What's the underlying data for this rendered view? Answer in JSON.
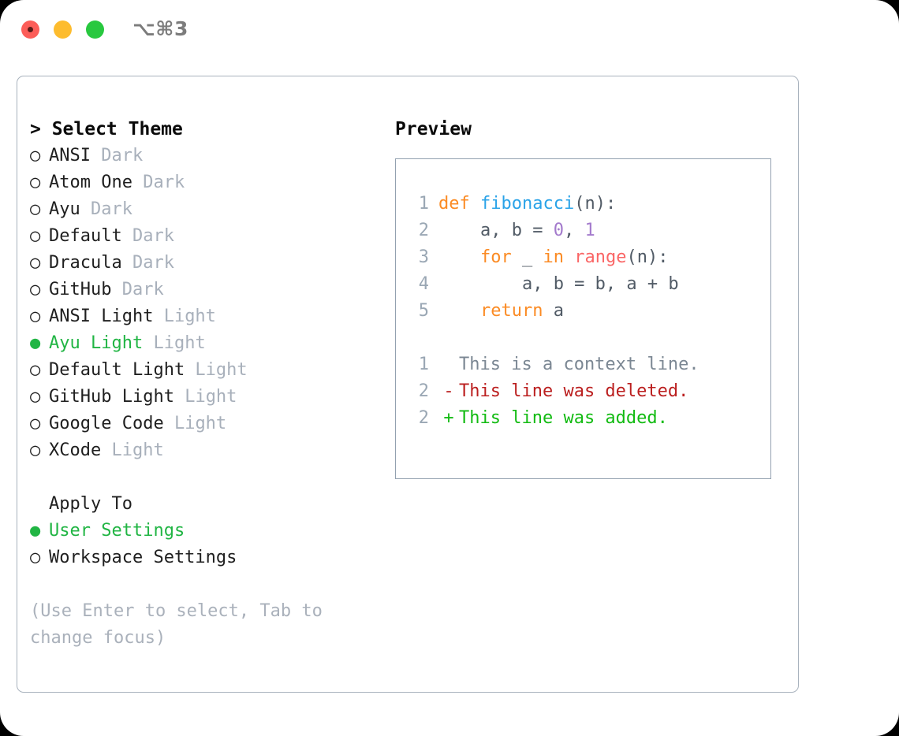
{
  "titlebar": {
    "shortcut": "⌥⌘3",
    "lights": [
      "close-red",
      "minimize-yellow",
      "maximize-green"
    ]
  },
  "left_panel": {
    "prompt": "> Select Theme",
    "themes": [
      {
        "name": "ANSI",
        "variant": "Dark",
        "selected": false
      },
      {
        "name": "Atom One",
        "variant": "Dark",
        "selected": false
      },
      {
        "name": "Ayu",
        "variant": "Dark",
        "selected": false
      },
      {
        "name": "Default",
        "variant": "Dark",
        "selected": false
      },
      {
        "name": "Dracula",
        "variant": "Dark",
        "selected": false
      },
      {
        "name": "GitHub",
        "variant": "Dark",
        "selected": false
      },
      {
        "name": "ANSI Light",
        "variant": "Light",
        "selected": false
      },
      {
        "name": "Ayu Light",
        "variant": "Light",
        "selected": true
      },
      {
        "name": "Default Light",
        "variant": "Light",
        "selected": false
      },
      {
        "name": "GitHub Light",
        "variant": "Light",
        "selected": false
      },
      {
        "name": "Google Code",
        "variant": "Light",
        "selected": false
      },
      {
        "name": "XCode",
        "variant": "Light",
        "selected": false
      }
    ],
    "apply_to_label": "Apply To",
    "apply_to_options": [
      {
        "name": "User Settings",
        "selected": true
      },
      {
        "name": "Workspace Settings",
        "selected": false
      }
    ],
    "hint": "(Use Enter to select, Tab to change focus)",
    "bullet_on": "●",
    "bullet_off": "○"
  },
  "right_panel": {
    "title": "Preview",
    "code_lines": [
      {
        "num": "1",
        "tokens": [
          {
            "t": "def ",
            "c": "kw"
          },
          {
            "t": "fibonacci",
            "c": "fn"
          },
          {
            "t": "(n):",
            "c": "pl"
          }
        ]
      },
      {
        "num": "2",
        "tokens": [
          {
            "t": "    a, b = ",
            "c": "pl"
          },
          {
            "t": "0",
            "c": "num"
          },
          {
            "t": ", ",
            "c": "pl"
          },
          {
            "t": "1",
            "c": "num"
          }
        ]
      },
      {
        "num": "3",
        "tokens": [
          {
            "t": "    ",
            "c": "pl"
          },
          {
            "t": "for",
            "c": "kw"
          },
          {
            "t": " _ ",
            "c": "pl"
          },
          {
            "t": "in",
            "c": "kw"
          },
          {
            "t": " ",
            "c": "pl"
          },
          {
            "t": "range",
            "c": "bi"
          },
          {
            "t": "(n):",
            "c": "pl"
          }
        ]
      },
      {
        "num": "4",
        "tokens": [
          {
            "t": "        a, b = b, a + b",
            "c": "pl"
          }
        ]
      },
      {
        "num": "5",
        "tokens": [
          {
            "t": "    ",
            "c": "pl"
          },
          {
            "t": "return",
            "c": "kw"
          },
          {
            "t": " a",
            "c": "pl"
          }
        ]
      }
    ],
    "diff_lines": [
      {
        "num": "1",
        "mark": " ",
        "text": "This is a context line.",
        "kind": "ctx"
      },
      {
        "num": "2",
        "mark": "-",
        "text": "This line was deleted.",
        "kind": "del"
      },
      {
        "num": "2",
        "mark": "+",
        "text": "This line was added.",
        "kind": "add"
      }
    ]
  },
  "colors": {
    "accent_green": "#21b544",
    "muted": "#a8b0bb",
    "border": "#93a1b0",
    "keyword": "#fb8b24",
    "function": "#2aa3e8",
    "builtin": "#fa6666",
    "number": "#a37acc",
    "diff_added": "#12bb12",
    "diff_deleted": "#bb1f1f"
  }
}
